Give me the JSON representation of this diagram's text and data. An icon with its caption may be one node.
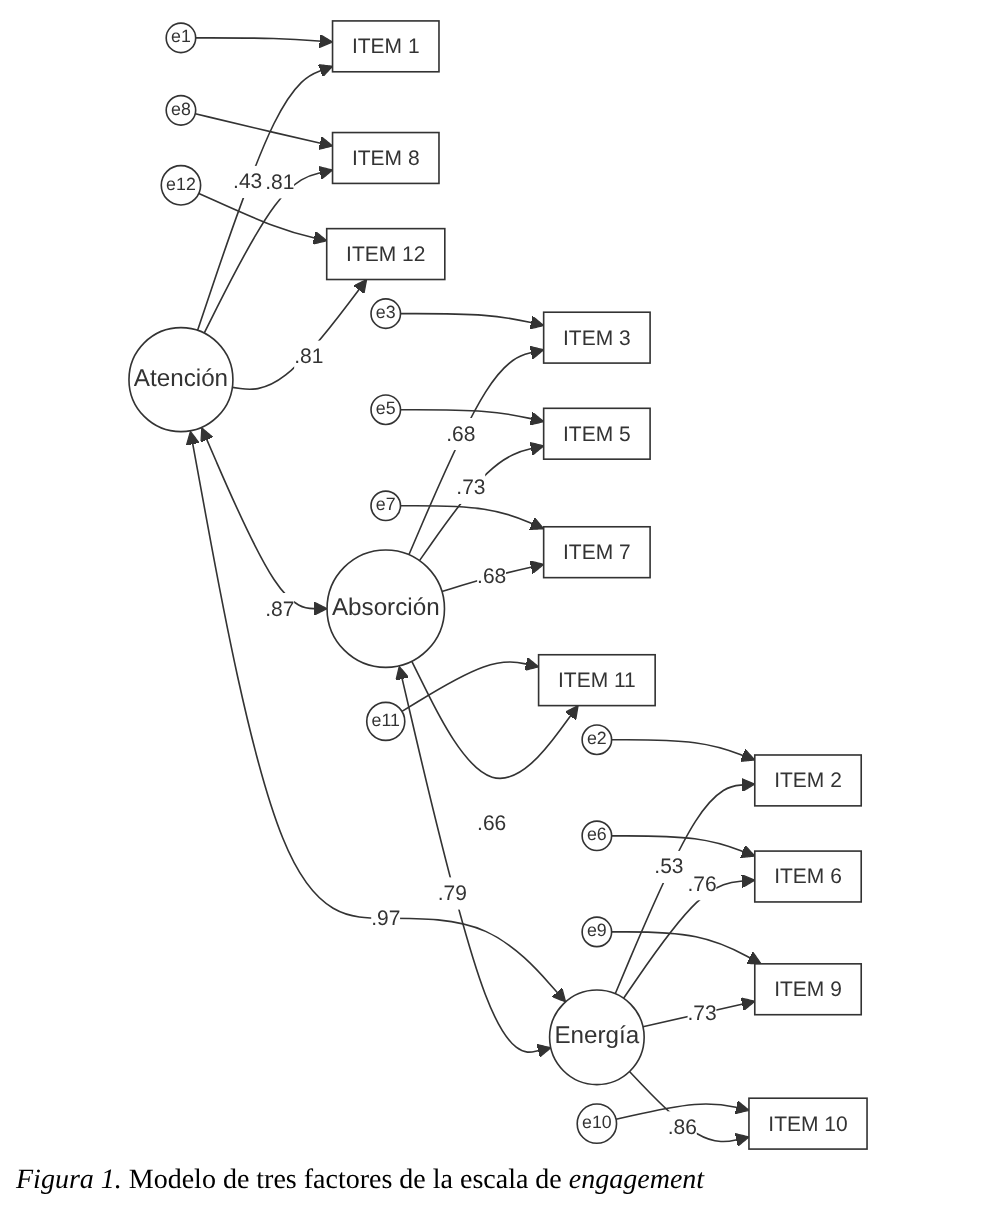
{
  "diagram": {
    "caption": "*Figura 1.* Modelo de tres factores de la escala de *engagement*",
    "nodes": [
      {
        "text": [
          "Atención"
        ]
      },
      {
        "text": [
          "ITEM 1"
        ]
      },
      {
        "text": [
          "e1"
        ]
      },
      {
        "text": [
          "ITEM 8"
        ]
      },
      {
        "text": [
          "e8"
        ]
      },
      {
        "text": [
          "ITEM 12"
        ]
      },
      {
        "text": [
          "e12"
        ]
      },
      {
        "text": [
          "Absorción"
        ]
      },
      {
        "text": [
          "ITEM 3"
        ]
      },
      {
        "text": [
          "e3"
        ]
      },
      {
        "text": [
          "ITEM 5"
        ]
      },
      {
        "text": [
          "e5"
        ]
      },
      {
        "text": [
          "ITEM 7"
        ]
      },
      {
        "text": [
          "e7"
        ]
      },
      {
        "text": [
          "ITEM 11"
        ]
      },
      {
        "text": [
          "e11"
        ]
      },
      {
        "text": [
          "Energía"
        ]
      },
      {
        "text": [
          "ITEM 2"
        ]
      },
      {
        "text": [
          "e2"
        ]
      },
      {
        "text": [
          "ITEM 6"
        ]
      },
      {
        "text": [
          "e6"
        ]
      },
      {
        "text": [
          "ITEM 9"
        ]
      },
      {
        "text": [
          "e9"
        ]
      },
      {
        "text": [
          "ITEM 10"
        ]
      },
      {
        "text": [
          "e10"
        ]
      }
    ],
    "edges": [
      {
        "from": 0,
        "to": 1,
        "arrow": "to",
        "label": ".43"
      },
      {
        "from": 0,
        "to": 3,
        "arrow": "to",
        "label": ".81"
      },
      {
        "from": 0,
        "to": 5,
        "arrow": "to",
        "label": ".81"
      },
      {
        "from": 2,
        "to": 1,
        "arrow": "to"
      },
      {
        "from": 4,
        "to": 3,
        "arrow": "to"
      },
      {
        "from": 6,
        "to": 5,
        "arrow": "to"
      },
      {
        "from": 7,
        "to": 8,
        "arrow": "to",
        "label": ".68"
      },
      {
        "from": 7,
        "to": 10,
        "arrow": "to",
        "label": ".73"
      },
      {
        "from": 7,
        "to": 12,
        "arrow": "to",
        "label": ".68"
      },
      {
        "from": 7,
        "to": 14,
        "arrow": "to",
        "label": ".66"
      },
      {
        "from": 9,
        "to": 8,
        "arrow": "to"
      },
      {
        "from": 11,
        "to": 10,
        "arrow": "to"
      },
      {
        "from": 13,
        "to": 12,
        "arrow": "to"
      },
      {
        "from": 15,
        "to": 14,
        "arrow": "to"
      },
      {
        "from": 16,
        "to": 17,
        "arrow": "to",
        "label": ".53"
      },
      {
        "from": 16,
        "to": 19,
        "arrow": "to",
        "label": ".76"
      },
      {
        "from": 16,
        "to": 21,
        "arrow": "to",
        "label": ".73"
      },
      {
        "from": 16,
        "to": 23,
        "arrow": "to",
        "label": ".86"
      },
      {
        "from": 18,
        "to": 17,
        "arrow": "to"
      },
      {
        "from": 20,
        "to": 19,
        "arrow": "to"
      },
      {
        "from": 22,
        "to": 21,
        "arrow": "to"
      },
      {
        "from": 24,
        "to": 23,
        "arrow": "to"
      },
      {
        "from": 0,
        "to": 7,
        "arrow": "both",
        "label": ".87"
      },
      {
        "from": 7,
        "to": 16,
        "arrow": "both",
        "label": ".79"
      },
      {
        "from": 0,
        "to": 16,
        "arrow": "both",
        "label": ".97"
      }
    ]
  }
}
